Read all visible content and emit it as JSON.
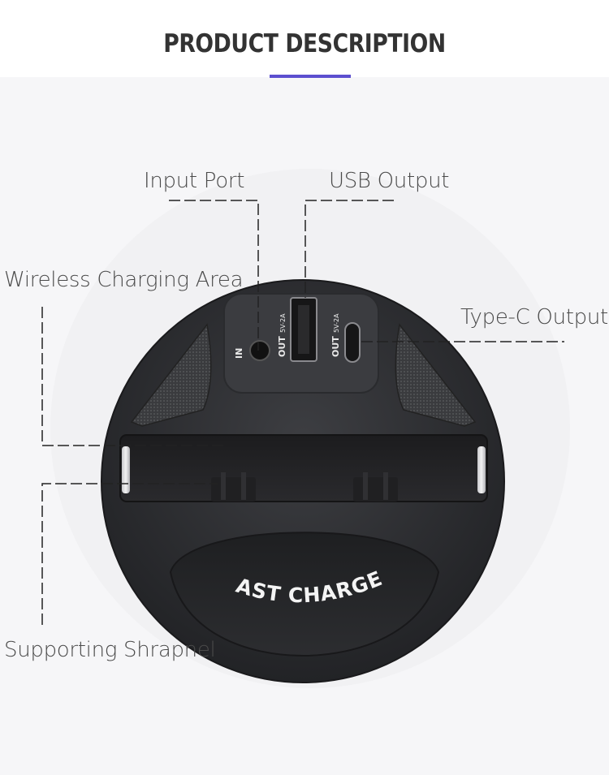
{
  "header": {
    "title": "PRODUCT DESCRIPTION",
    "accent_color": "#5c4fcf"
  },
  "labels": {
    "input_port": "Input Port",
    "usb_output": "USB Output",
    "wireless_charging_area": "Wireless Charging Area",
    "type_c_output": "Type-C Output",
    "supporting_shrapnel": "Supporting Shrapnel"
  },
  "device": {
    "port_in": "IN",
    "port_out": "OUT",
    "port_rating": "5V-2A",
    "badge": "FAST CHARGE",
    "body_color": "#2f3033"
  }
}
